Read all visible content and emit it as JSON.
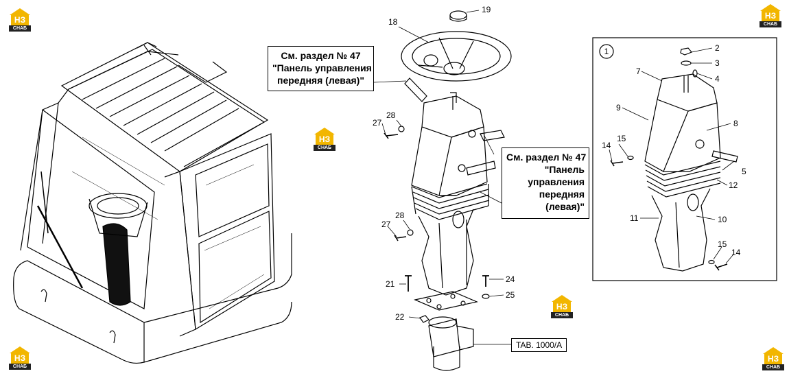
{
  "logo": {
    "mark": "НЗ",
    "sub": "СНАБ"
  },
  "callout_top": {
    "lines": [
      "См. раздел № 47",
      "\"Панель управления",
      "передняя (левая)\""
    ]
  },
  "callout_right": {
    "lines": [
      "См. раздел № 47",
      "\"Панель",
      "управления",
      "передняя",
      "(левая)\""
    ]
  },
  "table_ref": "TAB. 1000/A",
  "detail_marker": "1",
  "labels": {
    "n1": "1",
    "n2": "2",
    "n3": "3",
    "n4": "4",
    "n5": "5",
    "n7": "7",
    "n8": "8",
    "n9": "9",
    "n10": "10",
    "n11": "11",
    "n12": "12",
    "n14a": "14",
    "n14b": "14",
    "n15a": "15",
    "n15b": "15",
    "n18": "18",
    "n19": "19",
    "n21": "21",
    "n22": "22",
    "n24": "24",
    "n25": "25",
    "n27a": "27",
    "n27b": "27",
    "n28a": "28",
    "n28b": "28"
  }
}
